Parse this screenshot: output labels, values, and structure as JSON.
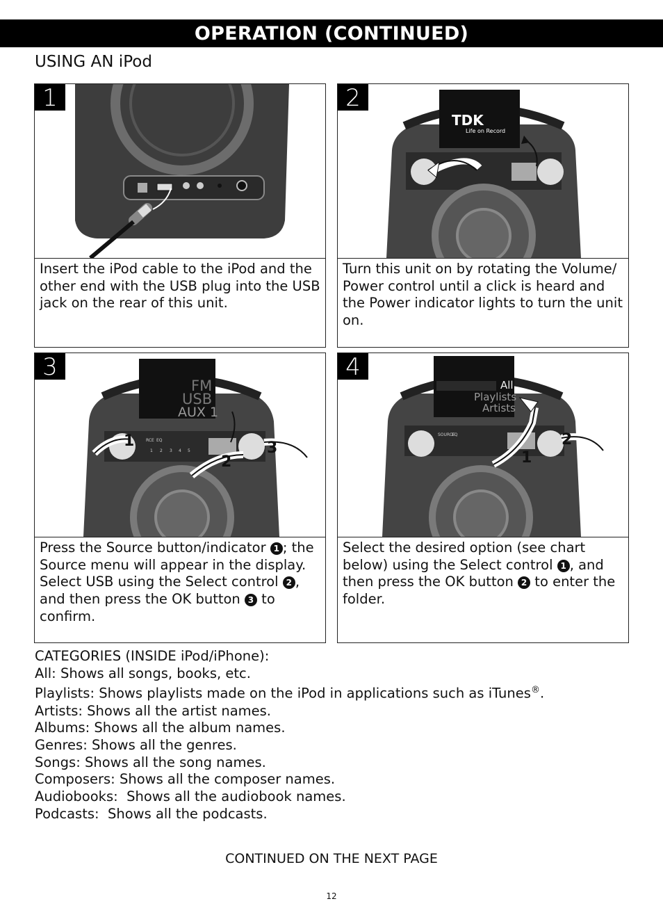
{
  "header": {
    "banner": "OPERATION (CONTINUED)",
    "section": "USING AN iPod"
  },
  "steps": [
    {
      "number": "1",
      "caption": "Insert the iPod cable to the iPod and the other end with the USB plug into the USB jack on the rear of this unit."
    },
    {
      "number": "2",
      "caption": "Turn this unit on by rotating the Volume/ Power control until a click is heard and the Power indicator lights to turn the unit on.",
      "ipod_screen": {
        "brand": "TDK",
        "tagline": "Life on Record"
      }
    },
    {
      "number": "3",
      "caption_parts": [
        "Press the Source button/indicator ",
        "; the Source menu will appear in the display. Select USB using the Select control ",
        ", and then press the OK button ",
        " to confirm."
      ],
      "badges": [
        "1",
        "2",
        "3"
      ],
      "ipod_menu": [
        "FM",
        "USB",
        "AUX 1"
      ],
      "callouts": [
        "1",
        "2",
        "3"
      ],
      "panel_labels": [
        "RCE",
        "EQ",
        "1",
        "2",
        "3",
        "4",
        "5"
      ]
    },
    {
      "number": "4",
      "caption_parts": [
        "Select the desired option (see chart below) using the Select control ",
        ", and then press the OK button ",
        " to enter the folder."
      ],
      "badges": [
        "1",
        "2"
      ],
      "ipod_menu": [
        "All",
        "Playlists",
        "Artists"
      ],
      "callouts": [
        "1",
        "2"
      ],
      "panel_labels": [
        "SOURCE",
        "EQ"
      ]
    }
  ],
  "categories": {
    "heading": "CATEGORIES (INSIDE iPod/iPhone):",
    "items": [
      "All: Shows all songs, books, etc.",
      "Playlists: Shows playlists made on the iPod in applications such as iTunes",
      "Artists: Shows all the artist names.",
      "Albums: Shows all the album names.",
      "Genres: Shows all the genres.",
      "Songs: Shows all the song names.",
      "Composers: Shows all the composer names.",
      "Audiobooks:  Shows all the audiobook names.",
      "Podcasts:  Shows all the podcasts."
    ],
    "registered_mark": "®",
    "playlists_suffix": "."
  },
  "footer": {
    "continued": "CONTINUED ON THE NEXT PAGE",
    "page_number": "12"
  }
}
